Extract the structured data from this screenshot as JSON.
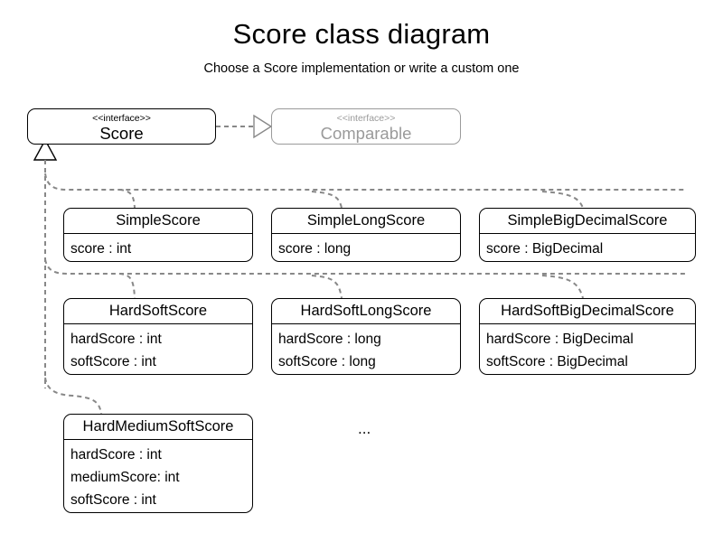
{
  "title": "Score class diagram",
  "subtitle": "Choose a Score implementation or write a custom one",
  "stereotype": "<<interface>>",
  "ellipsis": "...",
  "colors": {
    "line": "#000000",
    "faded": "#9a9a9a",
    "connector": "#888888",
    "background": "#ffffff"
  },
  "interfaces": [
    {
      "name": "Score",
      "stereotype": "<<interface>>",
      "faded": false
    },
    {
      "name": "Comparable",
      "stereotype": "<<interface>>",
      "faded": true
    }
  ],
  "classes": [
    {
      "name": "SimpleScore",
      "attributes": [
        "score : int"
      ]
    },
    {
      "name": "SimpleLongScore",
      "attributes": [
        "score : long"
      ]
    },
    {
      "name": "SimpleBigDecimalScore",
      "attributes": [
        "score : BigDecimal"
      ]
    },
    {
      "name": "HardSoftScore",
      "attributes": [
        "hardScore : int",
        "softScore : int"
      ]
    },
    {
      "name": "HardSoftLongScore",
      "attributes": [
        "hardScore : long",
        "softScore : long"
      ]
    },
    {
      "name": "HardSoftBigDecimalScore",
      "attributes": [
        "hardScore : BigDecimal",
        "softScore : BigDecimal"
      ]
    },
    {
      "name": "HardMediumSoftScore",
      "attributes": [
        "hardScore : int",
        "mediumScore: int",
        "softScore : int"
      ]
    }
  ],
  "relationships": [
    {
      "type": "realization",
      "from": "Score",
      "to": "Comparable",
      "style": "dashed-hollow-triangle"
    },
    {
      "type": "generalization",
      "from": "SimpleScore",
      "to": "Score",
      "style": "dashed-hollow-triangle"
    },
    {
      "type": "generalization",
      "from": "SimpleLongScore",
      "to": "Score",
      "style": "dashed-hollow-triangle"
    },
    {
      "type": "generalization",
      "from": "SimpleBigDecimalScore",
      "to": "Score",
      "style": "dashed-hollow-triangle"
    },
    {
      "type": "generalization",
      "from": "HardSoftScore",
      "to": "Score",
      "style": "dashed-hollow-triangle"
    },
    {
      "type": "generalization",
      "from": "HardSoftLongScore",
      "to": "Score",
      "style": "dashed-hollow-triangle"
    },
    {
      "type": "generalization",
      "from": "HardSoftBigDecimalScore",
      "to": "Score",
      "style": "dashed-hollow-triangle"
    },
    {
      "type": "generalization",
      "from": "HardMediumSoftScore",
      "to": "Score",
      "style": "dashed-hollow-triangle"
    }
  ]
}
